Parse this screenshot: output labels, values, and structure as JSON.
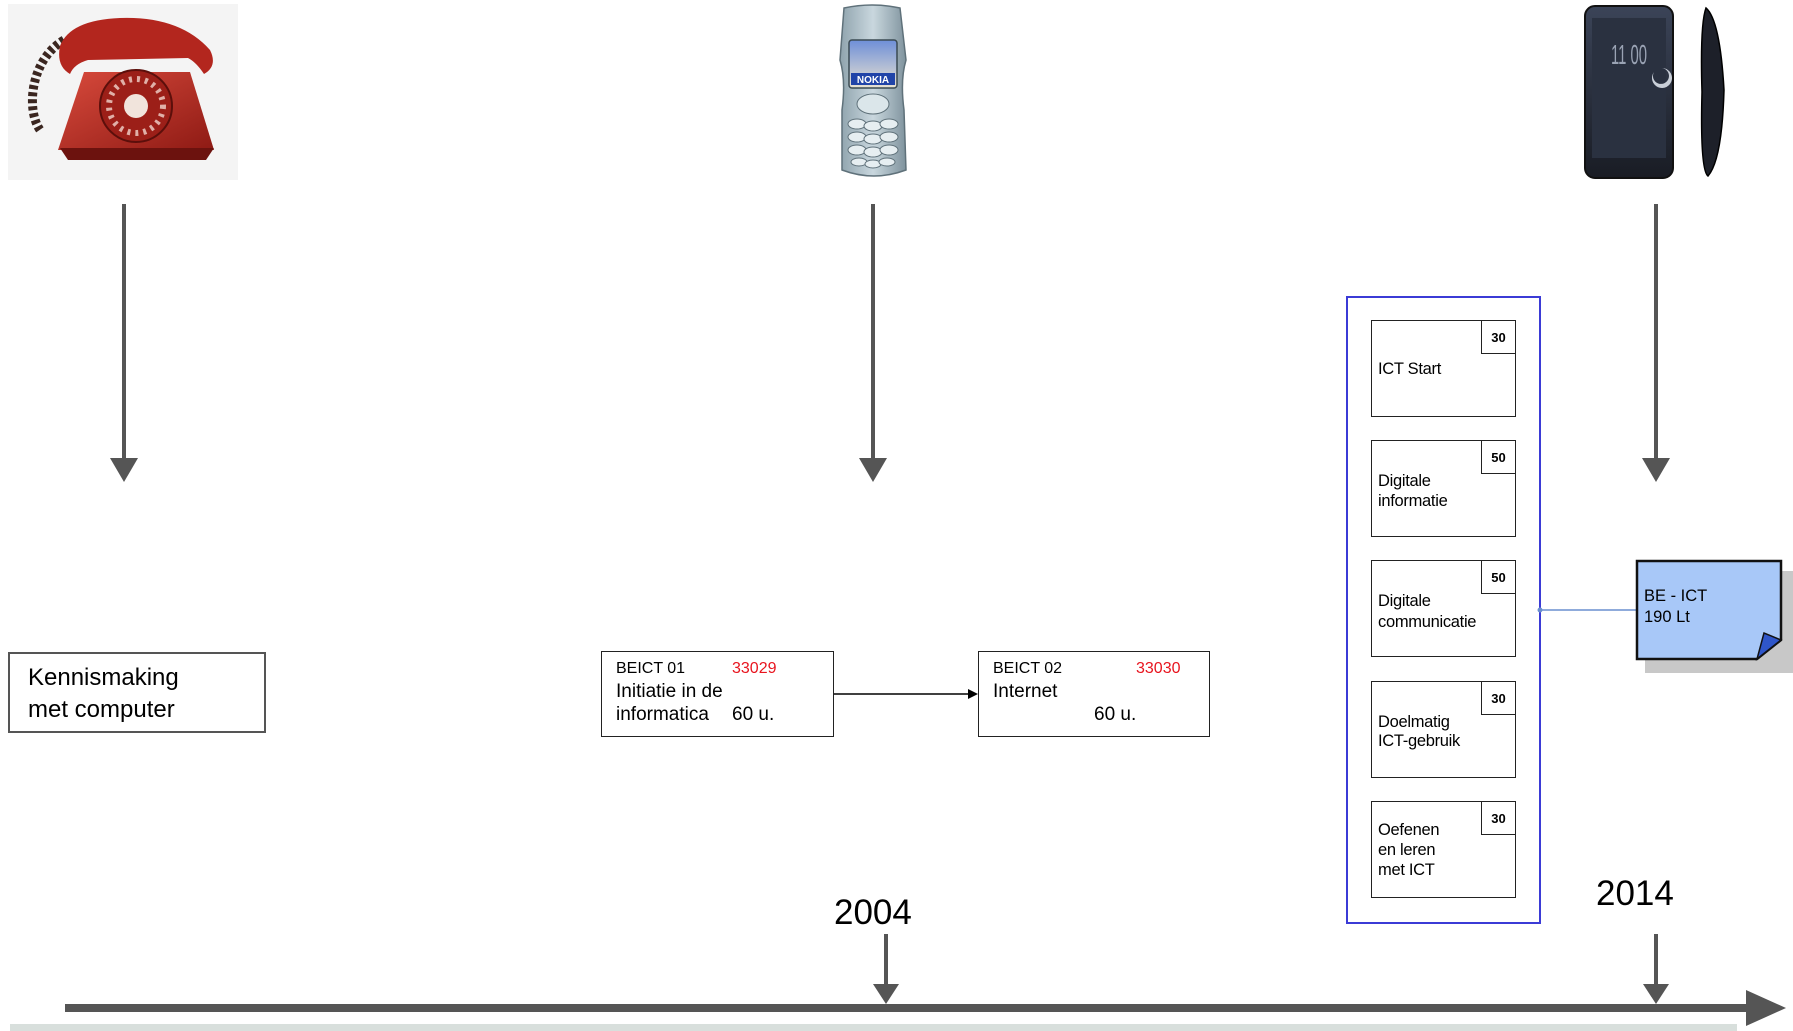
{
  "images": {
    "rotary_phone": "rotary-phone",
    "nokia_phone": "nokia-phone",
    "smartphone": "curved-smartphone"
  },
  "nokia_brand": "NOKIA",
  "smartphone_clock": "11 00",
  "kennismaking": {
    "line1": "Kennismaking",
    "line2": "met computer"
  },
  "beict01": {
    "code": "BEICT 01",
    "number": "33029",
    "line1": "Initiatie in de",
    "line2": "informatica",
    "hours": "60 u."
  },
  "beict02": {
    "code": "BEICT 02",
    "number": "33030",
    "line1": "Internet",
    "hours": "60 u."
  },
  "modules": [
    {
      "count": "30",
      "line1": "ICT Start",
      "line2": "",
      "line3": ""
    },
    {
      "count": "50",
      "line1": "Digitale",
      "line2": "informatie",
      "line3": ""
    },
    {
      "count": "50",
      "line1": "Digitale",
      "line2": "communicatie",
      "line3": ""
    },
    {
      "count": "30",
      "line1": "Doelmatig",
      "line2": "ICT-gebruik",
      "line3": ""
    },
    {
      "count": "30",
      "line1": "Oefenen",
      "line2": "en leren",
      "line3": "met ICT"
    }
  ],
  "be_ict": {
    "line1": "BE - ICT",
    "line2": "190 Lt"
  },
  "years": {
    "y2004": "2004",
    "y2014": "2014"
  },
  "colors": {
    "arrow": "#555555",
    "module_frame": "#3b3bd6",
    "connector": "#6a8fcf",
    "note": "#a8c8f8",
    "note_shadow": "#c8c8c8",
    "red": "#e8141e",
    "axis_band": "#d8dfdc"
  }
}
